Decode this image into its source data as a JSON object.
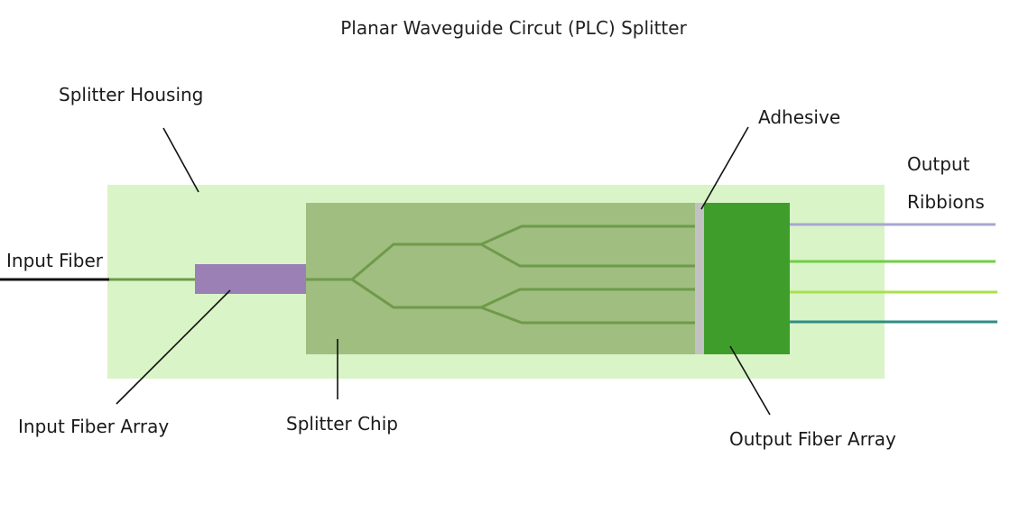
{
  "title": "Planar Waveguide Circut (PLC) Splitter",
  "labels": {
    "splitter_housing": "Splitter Housing",
    "adhesive": "Adhesive",
    "output_ribbons_line1": "Output",
    "output_ribbons_line2": "Ribbions",
    "input_fiber": "Input Fiber",
    "input_fiber_array": "Input Fiber Array",
    "splitter_chip": "Splitter Chip",
    "output_fiber_array": "Output Fiber Array"
  },
  "colors": {
    "housing": "#d9f4c7",
    "chip": "#9fbe80",
    "waveguide": "#6f9a4a",
    "input_array": "#9a80b5",
    "adhesive": "#c2c2c2",
    "output_array": "#3f9e2b",
    "input_fiber": "#111111",
    "ribbon_1": "#a8a6d2",
    "ribbon_2": "#6fcf45",
    "ribbon_3": "#a9e04e",
    "ribbon_4": "#2f8e86"
  }
}
